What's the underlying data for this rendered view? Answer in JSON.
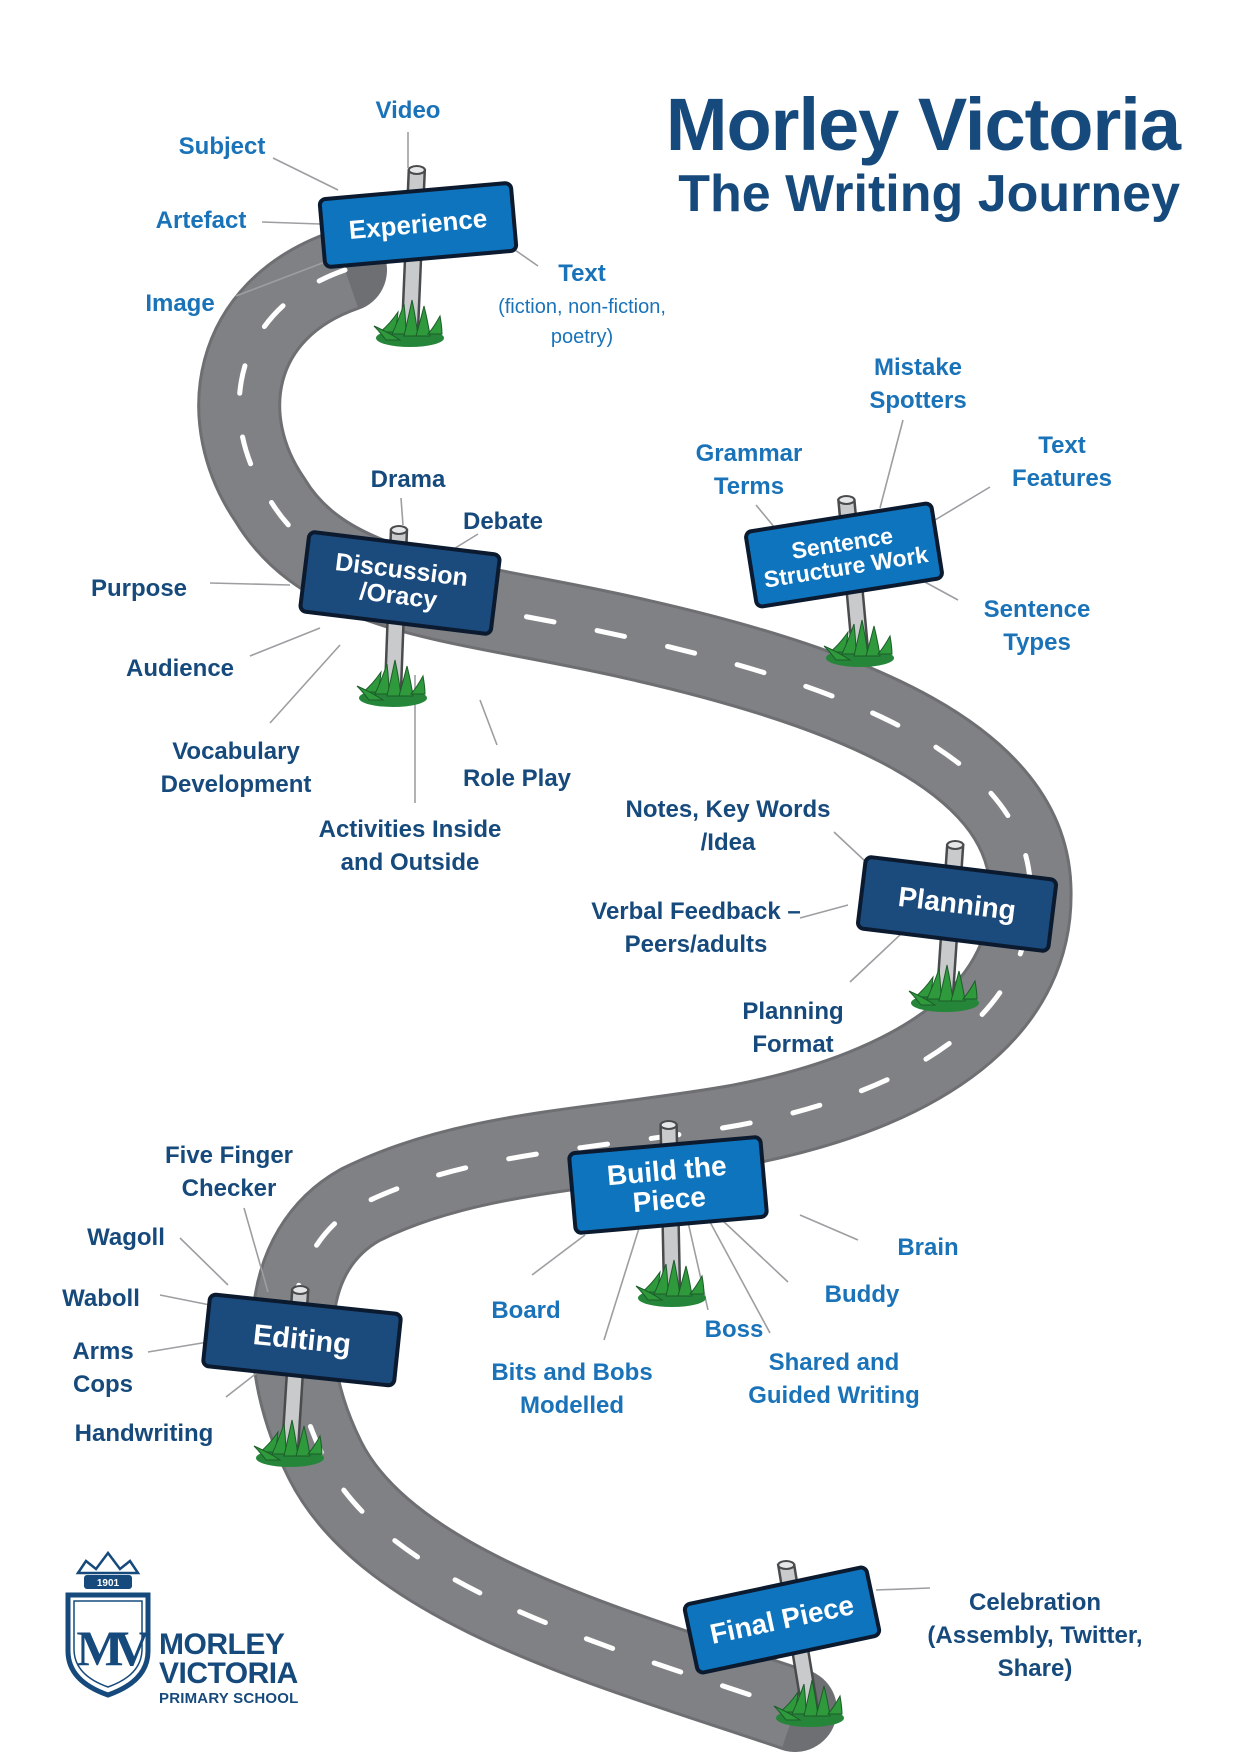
{
  "title": {
    "line1": "Morley Victoria",
    "line2": "The Writing Journey"
  },
  "colors": {
    "title": "#174a7c",
    "label_light": "#1a73b8",
    "label_dark": "#174a7c",
    "sign_light": "#0f74be",
    "sign_dark": "#1b4a7d",
    "road": "#808184",
    "road_dash": "#ffffff",
    "grass": "#2e9a3c",
    "post": "#c9cacc"
  },
  "stages": [
    {
      "id": "experience",
      "sign": "Experience",
      "labels": [
        {
          "id": "video",
          "text": "Video"
        },
        {
          "id": "subject",
          "text": "Subject"
        },
        {
          "id": "artefact",
          "text": "Artefact"
        },
        {
          "id": "image",
          "text": "Image"
        },
        {
          "id": "text",
          "text": "Text",
          "sub": "(fiction, non-fiction, poetry)"
        }
      ]
    },
    {
      "id": "discussion",
      "sign": "Discussion /Oracy",
      "labels": [
        {
          "id": "drama",
          "text": "Drama"
        },
        {
          "id": "debate",
          "text": "Debate"
        },
        {
          "id": "purpose",
          "text": "Purpose"
        },
        {
          "id": "audience",
          "text": "Audience"
        },
        {
          "id": "vocabulary",
          "text": "Vocabulary Development"
        },
        {
          "id": "activities",
          "text": "Activities Inside and Outside"
        },
        {
          "id": "roleplay",
          "text": "Role Play"
        }
      ]
    },
    {
      "id": "sentence",
      "sign": "Sentence Structure Work",
      "labels": [
        {
          "id": "mistake",
          "text": "Mistake Spotters"
        },
        {
          "id": "grammar",
          "text": "Grammar Terms"
        },
        {
          "id": "textfeatures",
          "text": "Text Features"
        },
        {
          "id": "sentencetypes",
          "text": "Sentence Types"
        }
      ]
    },
    {
      "id": "planning",
      "sign": "Planning",
      "labels": [
        {
          "id": "notes",
          "text": "Notes, Key Words /Idea"
        },
        {
          "id": "verbal",
          "text": "Verbal Feedback – Peers/adults"
        },
        {
          "id": "format",
          "text": "Planning Format"
        }
      ]
    },
    {
      "id": "build",
      "sign": "Build the Piece",
      "labels": [
        {
          "id": "brain",
          "text": "Brain"
        },
        {
          "id": "buddy",
          "text": "Buddy"
        },
        {
          "id": "board",
          "text": "Board"
        },
        {
          "id": "boss",
          "text": "Boss"
        },
        {
          "id": "bits",
          "text": "Bits and Bobs Modelled"
        },
        {
          "id": "shared",
          "text": "Shared and Guided Writing"
        }
      ]
    },
    {
      "id": "editing",
      "sign": "Editing",
      "labels": [
        {
          "id": "fivefinger",
          "text": "Five Finger Checker"
        },
        {
          "id": "wagoll",
          "text": "Wagoll"
        },
        {
          "id": "waboll",
          "text": "Waboll"
        },
        {
          "id": "arms",
          "text": "Arms Cops"
        },
        {
          "id": "handwriting",
          "text": "Handwriting"
        }
      ]
    },
    {
      "id": "final",
      "sign": "Final Piece",
      "labels": [
        {
          "id": "celebration",
          "text": "Celebration (Assembly, Twitter, Share)"
        }
      ]
    }
  ],
  "logo": {
    "year": "1901",
    "name_line1": "MORLEY",
    "name_line2": "VICTORIA",
    "name_line3": "PRIMARY SCHOOL",
    "crest_letters": "MV",
    "icon": "crown-shield-crest-icon"
  }
}
